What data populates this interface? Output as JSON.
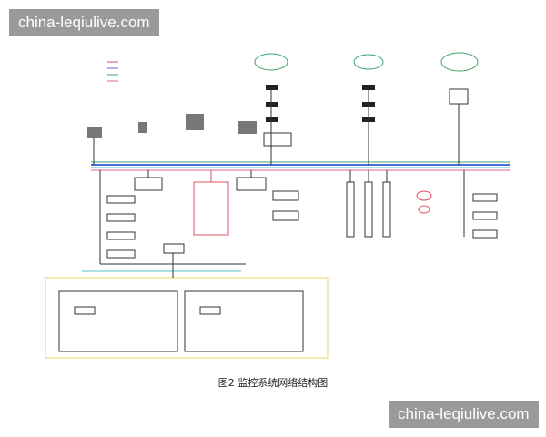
{
  "watermarks": {
    "top": "china-leqiulive.com",
    "bottom": "china-leqiulive.com"
  },
  "caption": "图2 监控系统网络结构图",
  "colors": {
    "frame": "#333333",
    "bus": "#4a6bd8",
    "red": "#e05060",
    "green": "#3aa56a",
    "cyan": "#55c4c4",
    "pink": "#e06090",
    "zone": "#e8d46a"
  }
}
